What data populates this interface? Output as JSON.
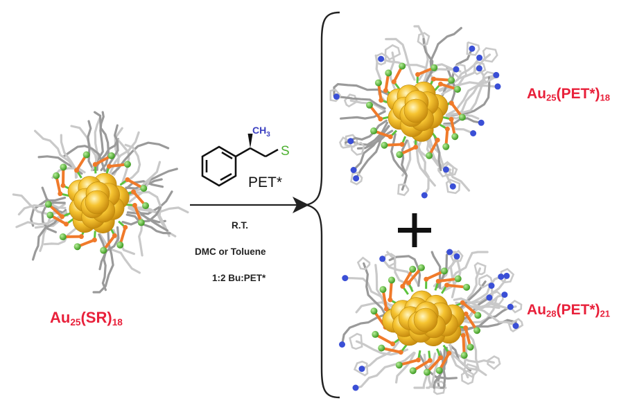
{
  "reactant_label": {
    "base": "Au",
    "sub1": "25",
    "mid": "(SR)",
    "sub2": "18"
  },
  "reagent": {
    "methyl": "CH",
    "methyl_sub": "3",
    "sulfur": "S",
    "name": "PET*"
  },
  "conditions": {
    "line1": "R.T.",
    "line2": "DMC or Toluene",
    "line3": "1:2 Bu:PET*"
  },
  "product1_label": {
    "base": "Au",
    "sub1": "25",
    "mid": "(PET*)",
    "sub2": "18"
  },
  "product2_label": {
    "base": "Au",
    "sub1": "28",
    "mid": "(PET*)",
    "sub2": "21"
  },
  "plus_sign": "+",
  "colors": {
    "label_red": "#e8203a",
    "gold": "#f6c431",
    "ligand_grey": "#c9c9c9",
    "sulfur_green": "#5cc23c",
    "bond_orange": "#f07a2a",
    "nitrogen_blue": "#3a4fd6",
    "sulfur_label_green": "#4cb030",
    "methyl_label_blue": "#3a3fc0"
  }
}
